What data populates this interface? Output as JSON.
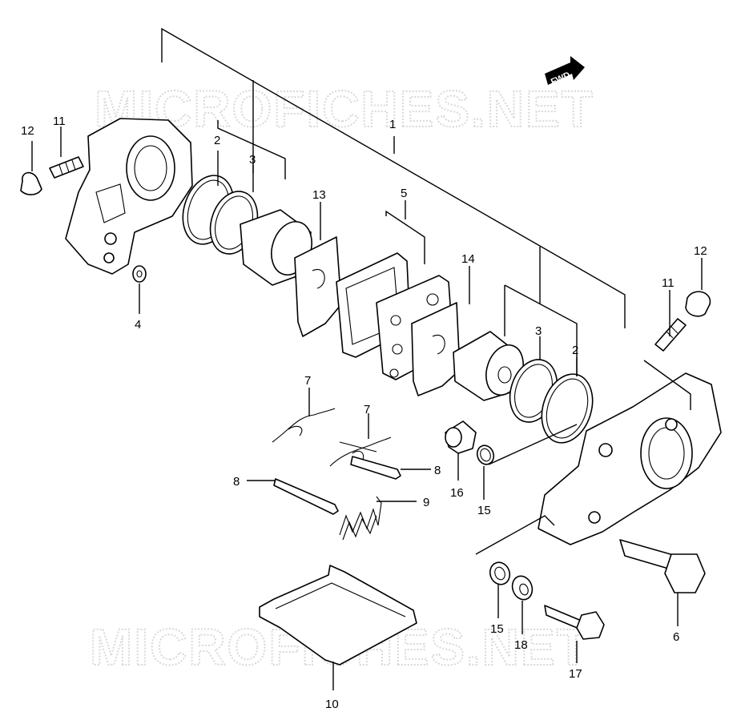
{
  "watermark": "MICROFICHES.NET",
  "fwd_badge": "FWD",
  "callouts": {
    "c1": "1",
    "c2a": "2",
    "c3a": "3",
    "c4": "4",
    "c5": "5",
    "c6": "6",
    "c7a": "7",
    "c7b": "7",
    "c8a": "8",
    "c8b": "8",
    "c9": "9",
    "c10": "10",
    "c11a": "11",
    "c11b": "11",
    "c12a": "12",
    "c12b": "12",
    "c13": "13",
    "c14": "14",
    "c15a": "15",
    "c15b": "15",
    "c16": "16",
    "c17": "17",
    "c18": "18",
    "c2b": "2",
    "c3b": "3"
  }
}
